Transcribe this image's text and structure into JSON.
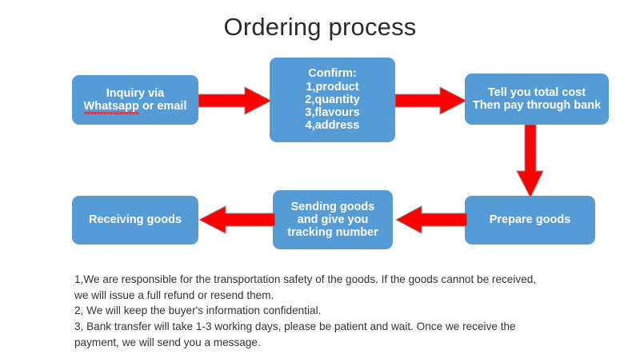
{
  "title": "Ordering process",
  "theme": {
    "box_fill": "#559BD5",
    "box_text": "#FFFFFF",
    "arrow_fill": "#FF0000",
    "arrow_stroke": "#8C8C8C",
    "page_background": "#FFFFFF",
    "body_text": "#333333",
    "spellcheck_underline": "#E8252A"
  },
  "flow": {
    "nodes": [
      {
        "id": "inquiry",
        "label": "Inquiry via\nWhatsapp or email",
        "line1": "Inquiry via",
        "misspelled_word": "Whatsapp",
        "line2_rest": " or email",
        "row": "top",
        "order": 1
      },
      {
        "id": "confirm",
        "label": "Confirm:\n1,product\n2,quantity\n3,flavours\n4,address",
        "row": "top",
        "order": 2
      },
      {
        "id": "cost",
        "label": "Tell you total cost\nThen pay through bank",
        "row": "top",
        "order": 3
      },
      {
        "id": "prepare",
        "label": "Prepare goods",
        "row": "bottom",
        "order": 4
      },
      {
        "id": "sending",
        "label": "Sending goods\nand give you\ntracking number",
        "row": "bottom",
        "order": 5
      },
      {
        "id": "receiving",
        "label": "Receiving goods",
        "row": "bottom",
        "order": 6
      }
    ],
    "connectors": [
      {
        "id": "arrow-1",
        "from": "inquiry",
        "to": "confirm",
        "direction": "right",
        "icon": "arrow-right-icon"
      },
      {
        "id": "arrow-2",
        "from": "confirm",
        "to": "cost",
        "direction": "right",
        "icon": "arrow-right-icon"
      },
      {
        "id": "arrow-3",
        "from": "cost",
        "to": "prepare",
        "direction": "down",
        "icon": "arrow-down-icon"
      },
      {
        "id": "arrow-4",
        "from": "prepare",
        "to": "sending",
        "direction": "left",
        "icon": "arrow-left-icon"
      },
      {
        "id": "arrow-5",
        "from": "sending",
        "to": "receiving",
        "direction": "left",
        "icon": "arrow-left-icon"
      }
    ]
  },
  "notes": {
    "line1": "1,We are responsible for the transportation safety of the goods. If the goods cannot be received,",
    "line2": "we will issue a full refund or resend them.",
    "line3": "2, We will keep the buyer's information confidential.",
    "line4": "3, Bank transfer will take 1-3 working days, please be patient and wait. Once we receive the",
    "line5": "payment, we will send you a message."
  }
}
